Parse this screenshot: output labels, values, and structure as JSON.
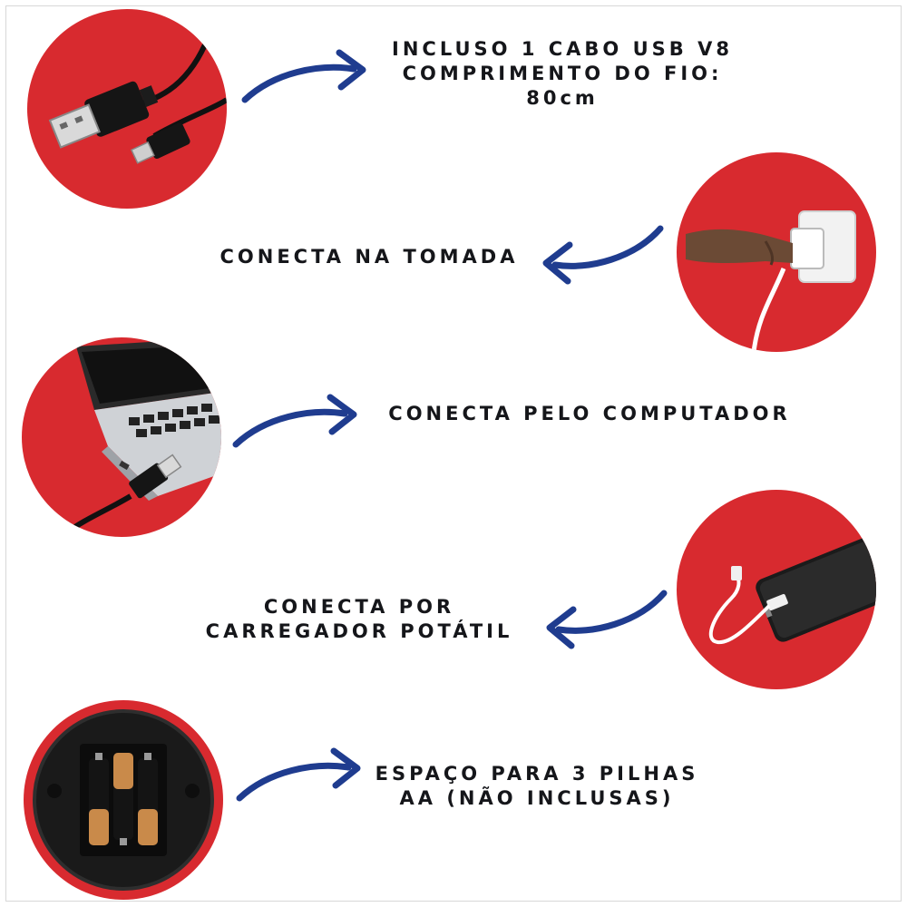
{
  "colors": {
    "accent": "#d82a2f",
    "arrow": "#1f3c8f",
    "text": "#15161a"
  },
  "items": [
    {
      "icon": "usb-cable-icon",
      "lines": [
        "INCLUSO 1 CABO USB V8",
        "COMPRIMENTO DO FIO:",
        "80cm"
      ]
    },
    {
      "icon": "wall-outlet-icon",
      "lines": [
        "CONECTA NA TOMADA"
      ]
    },
    {
      "icon": "laptop-usb-icon",
      "lines": [
        "CONECTA PELO COMPUTADOR"
      ]
    },
    {
      "icon": "power-bank-icon",
      "lines": [
        "CONECTA POR",
        "CARREGADOR POTÁTIL"
      ]
    },
    {
      "icon": "battery-compartment-icon",
      "lines": [
        "ESPAÇO PARA 3 PILHAS",
        "AA (NÃO INCLUSAS)"
      ]
    }
  ]
}
